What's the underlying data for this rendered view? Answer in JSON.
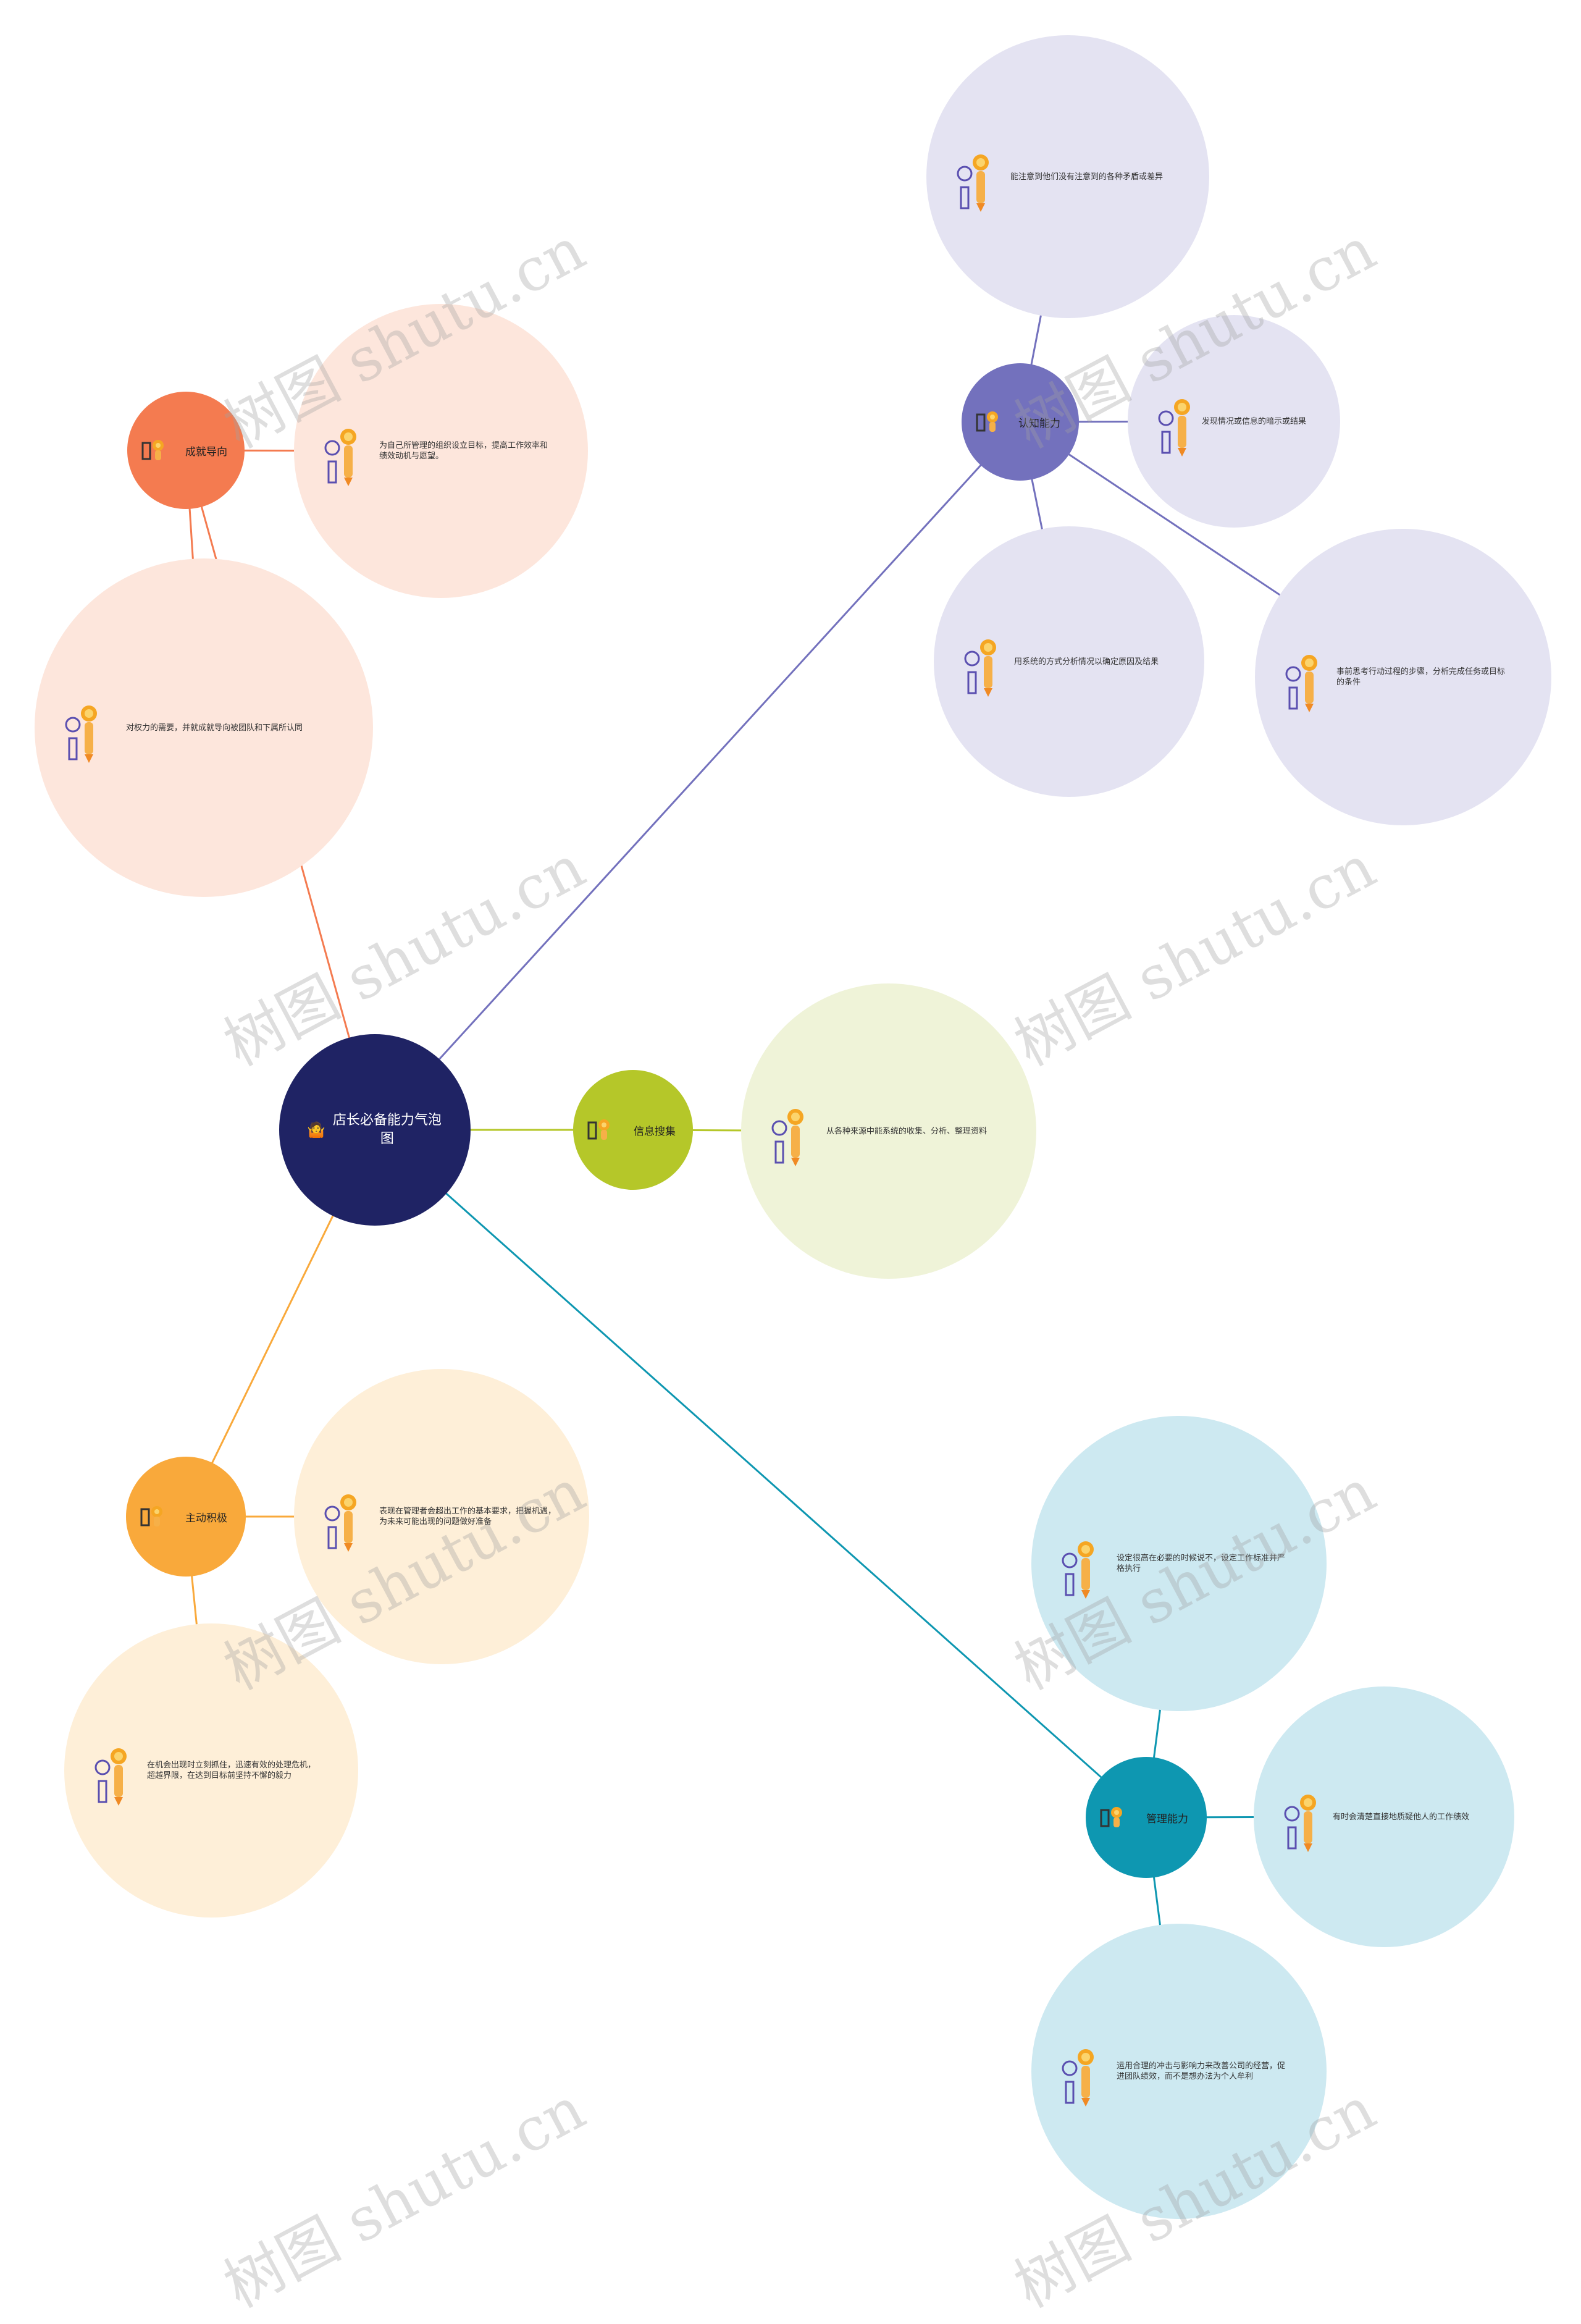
{
  "root": {
    "label": "店长必备能力气泡图",
    "emoji": "🤷",
    "color": "#1f2364"
  },
  "topics": {
    "achievement": {
      "label": "成就导向",
      "color": "#f47b50",
      "leaf_color": "#fde6dc",
      "leaves": [
        "为自己所管理的组织设立目标，提高工作效率和绩效动机与愿望。",
        "对权力的需要，并就成就导向被团队和下属所认同"
      ]
    },
    "cognition": {
      "label": "认知能力",
      "color": "#7371bd",
      "leaf_color": "#e4e3f2",
      "leaves": [
        "能注意到他们没有注意到的各种矛盾或差异",
        "发现情况或信息的暗示或结果",
        "用系统的方式分析情况以确定原因及结果",
        "事前思考行动过程的步骤，分析完成任务或目标的条件"
      ]
    },
    "info": {
      "label": "信息搜集",
      "color": "#b5c729",
      "leaf_color": "#eff3d8",
      "leaves": [
        "从各种来源中能系统的收集、分析、整理资料"
      ]
    },
    "initiative": {
      "label": "主动积极",
      "color": "#f9a93b",
      "leaf_color": "#feefd8",
      "leaves": [
        "表现在管理者会超出工作的基本要求，把握机遇，为未来可能出现的问题做好准备",
        "在机会出现时立刻抓住，迅速有效的处理危机，超越界限，在达到目标前坚持不懈的毅力"
      ]
    },
    "management": {
      "label": "管理能力",
      "color": "#0e97b1",
      "leaf_color": "#cde9f1",
      "leaves": [
        "设定很高在必要的时候说不，设定工作标准并严格执行",
        "有时会清楚直接地质疑他人的工作绩效",
        "运用合理的冲击与影响力来改善公司的经营，促进团队绩效，而不是想办法为个人牟利"
      ]
    }
  },
  "watermark_text": "树图 shutu.cn"
}
